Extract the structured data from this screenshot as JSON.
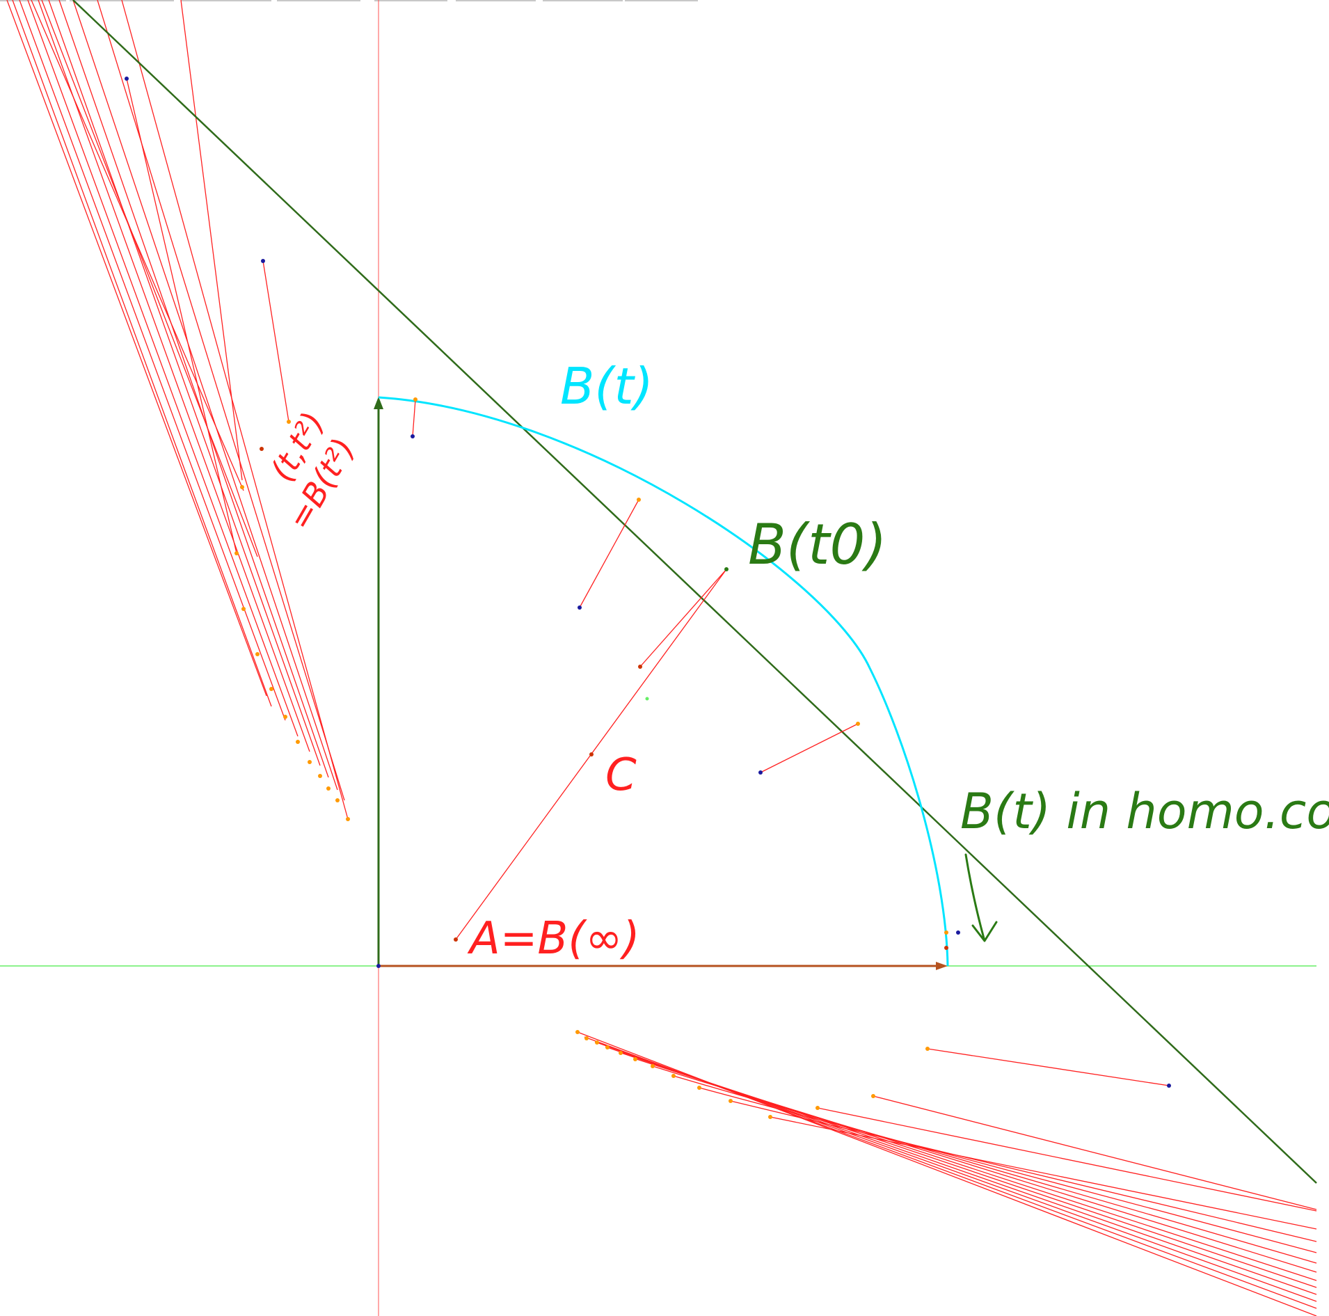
{
  "labels": {
    "bt": "B(t)",
    "bt0": "B(t0)",
    "homo": "B(t) in homo.coords",
    "c": "C",
    "a": "A=B(∞)",
    "tt": "(t,t²)",
    "bt2": "=B(t²)"
  },
  "colors": {
    "cyan": "#00e5ff",
    "green": "#2a7a14",
    "red": "#ff2020",
    "axis_green": "#66ee66",
    "orange": "#ff9900",
    "dark_green": "#2f6b1a",
    "arrow_brown": "#b5521f",
    "blue": "#1a1a9e"
  }
}
